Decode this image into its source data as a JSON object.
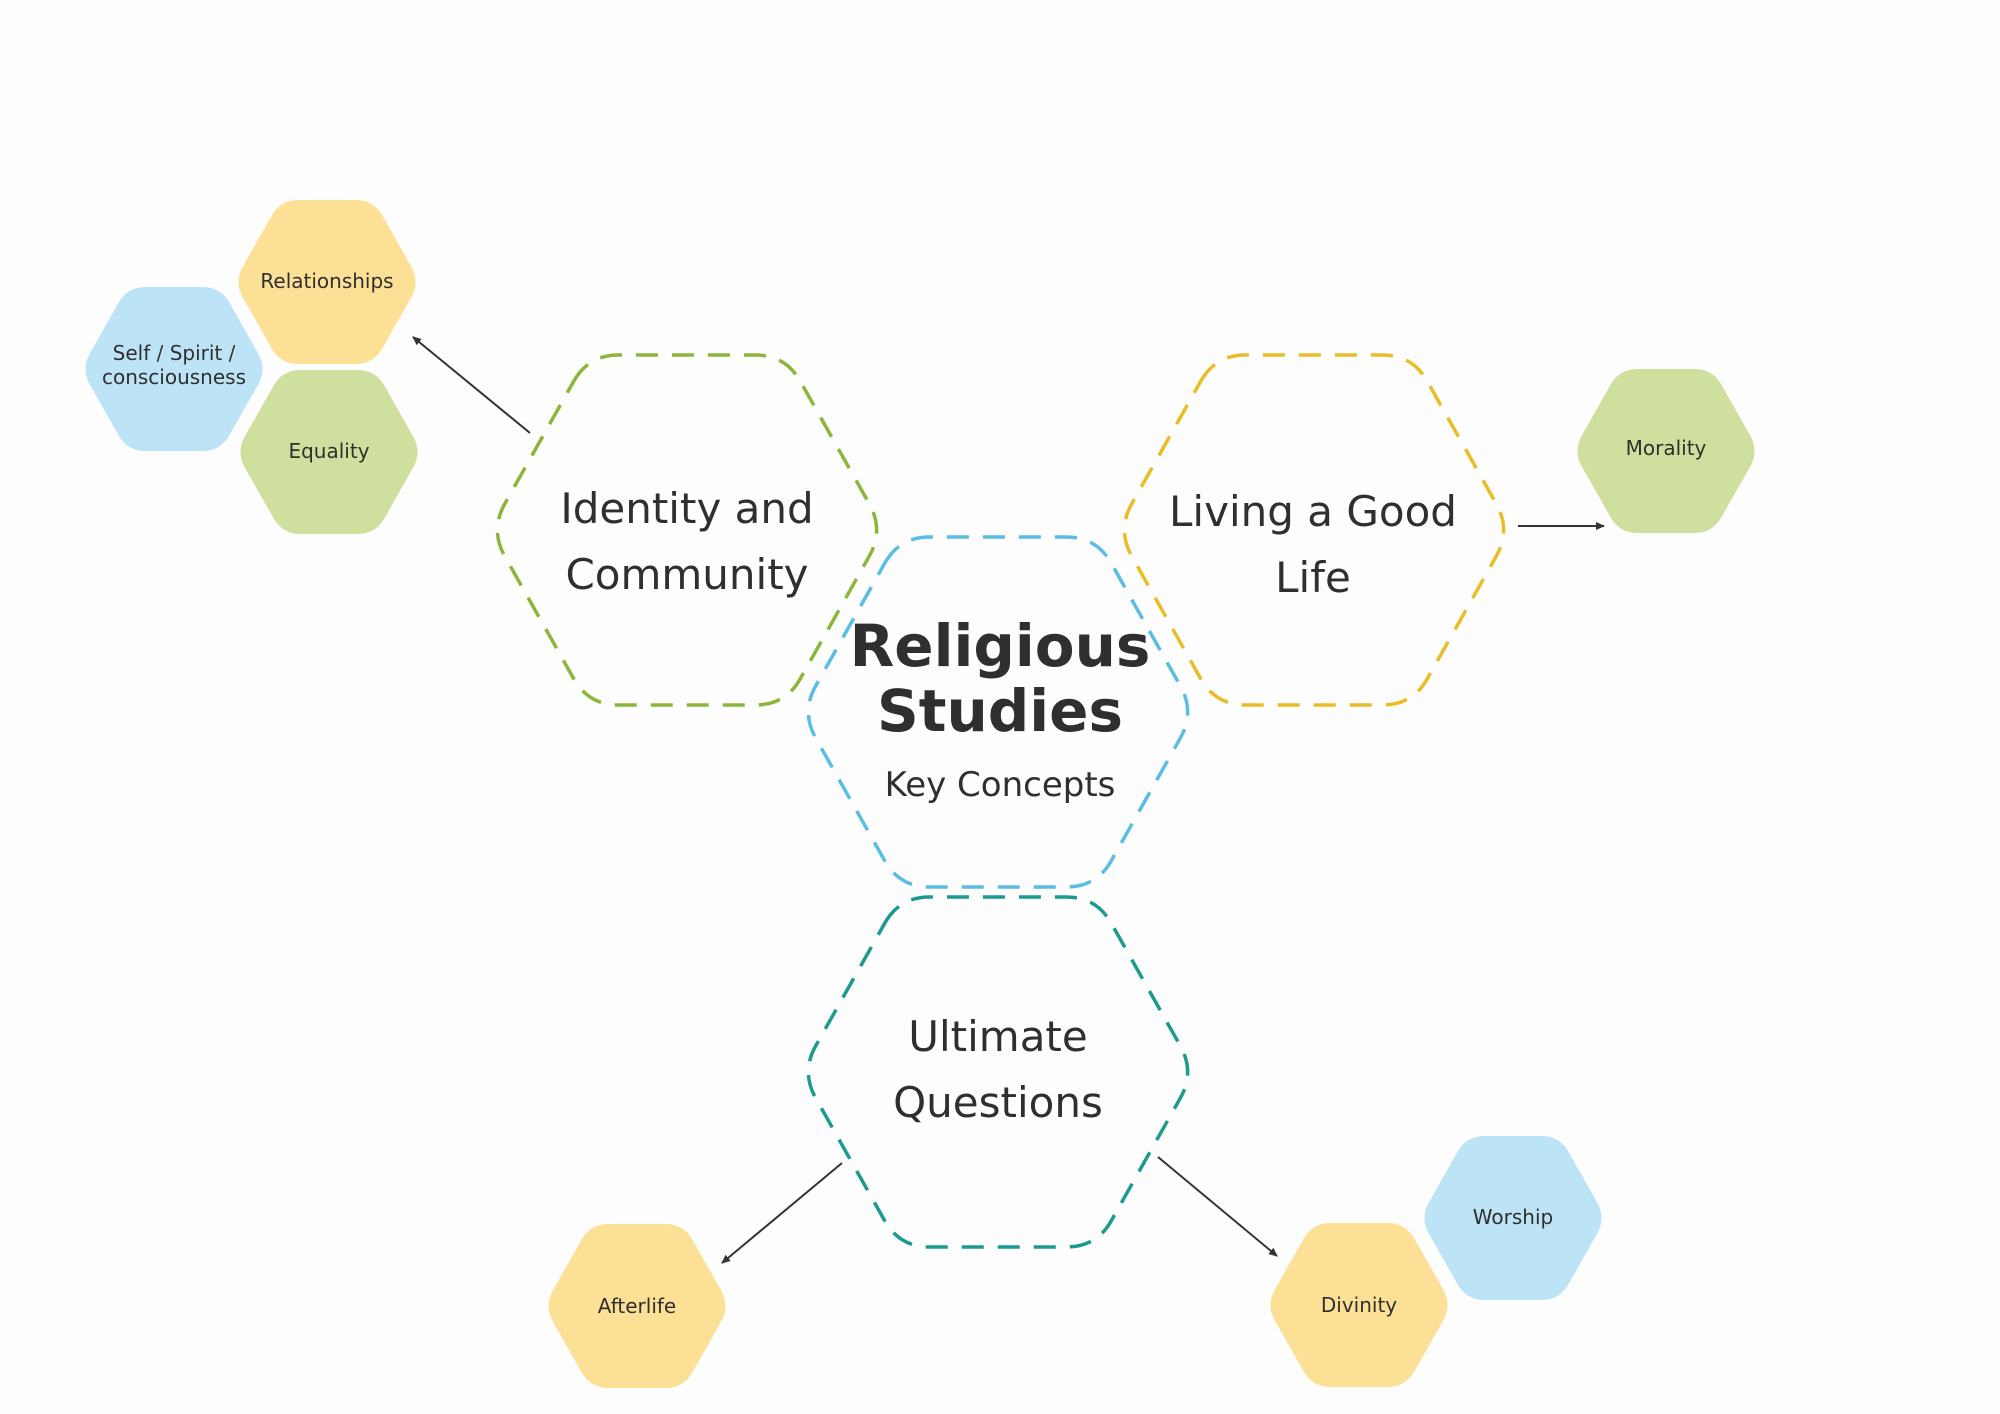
{
  "title": "Religious Studies",
  "subtitle": "Key Concepts",
  "colors": {
    "green": "#cfe09e",
    "green_outline": "#8db53a",
    "yellow": "#fbe096",
    "yellow_outline": "#e9bd26",
    "blue": "#bde3f6",
    "blue_outline": "#5bbde4",
    "teal_outline": "#1d9a8e",
    "text": "#2f2f2f"
  },
  "themes": {
    "identity": {
      "line1": "Identity and",
      "line2": "Community"
    },
    "good_life": {
      "line1": "Living a Good",
      "line2": "Life"
    },
    "ultimate": {
      "line1": "Ultimate",
      "line2": "Questions"
    }
  },
  "concepts": {
    "relationships": "Relationships",
    "self_line1": "Self / Spirit /",
    "self_line2": "consciousness",
    "equality": "Equality",
    "morality": "Morality",
    "afterlife": "Afterlife",
    "divinity": "Divinity",
    "worship": "Worship"
  }
}
